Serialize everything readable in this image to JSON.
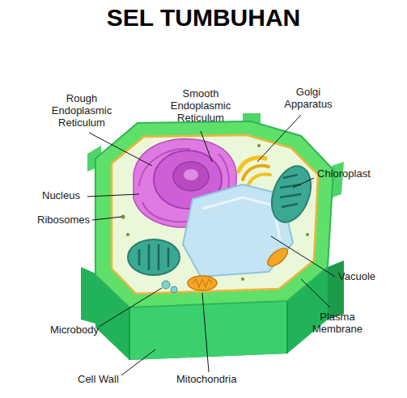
{
  "diagram": {
    "title": "SEL TUMBUHAN",
    "labels": [
      "Rough Endoplasmic Reticulum",
      "Smooth Endoplasmic Reticulum",
      "Golgi Apparatus",
      "Chloroplast",
      "Nucleus",
      "Ribosomes",
      "Vacuole",
      "Plasma Membrane",
      "Microbody",
      "Cell Wall",
      "Mitochondria"
    ]
  }
}
